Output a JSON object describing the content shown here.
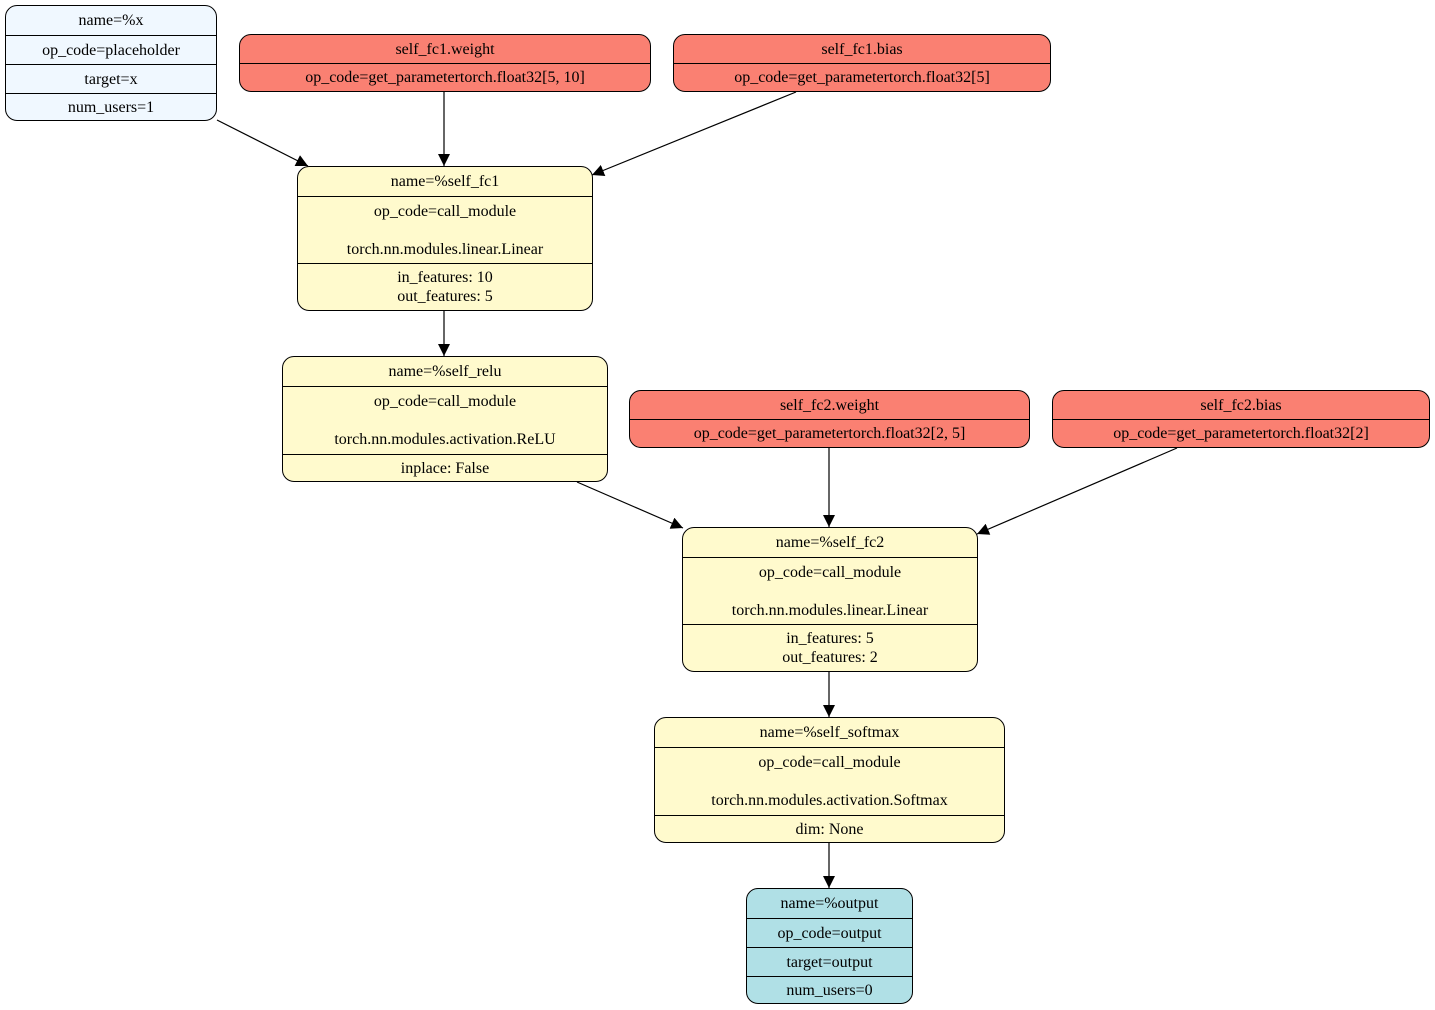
{
  "nodes": {
    "x": {
      "name": "name=%x",
      "op_code": "op_code=placeholder",
      "target": "target=x",
      "num_users": "num_users=1"
    },
    "fc1_weight": {
      "title": "self_fc1.weight",
      "op_code": "op_code=get_parametertorch.float32[5, 10]"
    },
    "fc1_bias": {
      "title": "self_fc1.bias",
      "op_code": "op_code=get_parametertorch.float32[5]"
    },
    "fc1": {
      "name": "name=%self_fc1",
      "op_code": "op_code=call_module",
      "module": "torch.nn.modules.linear.Linear",
      "param1": "in_features: 10",
      "param2": "out_features: 5"
    },
    "relu": {
      "name": "name=%self_relu",
      "op_code": "op_code=call_module",
      "module": "torch.nn.modules.activation.ReLU",
      "param1": "inplace: False"
    },
    "fc2_weight": {
      "title": "self_fc2.weight",
      "op_code": "op_code=get_parametertorch.float32[2, 5]"
    },
    "fc2_bias": {
      "title": "self_fc2.bias",
      "op_code": "op_code=get_parametertorch.float32[2]"
    },
    "fc2": {
      "name": "name=%self_fc2",
      "op_code": "op_code=call_module",
      "module": "torch.nn.modules.linear.Linear",
      "param1": "in_features: 5",
      "param2": "out_features: 2"
    },
    "softmax": {
      "name": "name=%self_softmax",
      "op_code": "op_code=call_module",
      "module": "torch.nn.modules.activation.Softmax",
      "param1": "dim: None"
    },
    "output": {
      "name": "name=%output",
      "op_code": "op_code=output",
      "target": "target=output",
      "num_users": "num_users=0"
    }
  },
  "edges": [
    {
      "from": "x",
      "to": "fc1"
    },
    {
      "from": "fc1_weight",
      "to": "fc1"
    },
    {
      "from": "fc1_bias",
      "to": "fc1"
    },
    {
      "from": "fc1",
      "to": "relu"
    },
    {
      "from": "relu",
      "to": "fc2"
    },
    {
      "from": "fc2_weight",
      "to": "fc2"
    },
    {
      "from": "fc2_bias",
      "to": "fc2"
    },
    {
      "from": "fc2",
      "to": "softmax"
    },
    {
      "from": "softmax",
      "to": "output"
    }
  ],
  "colors": {
    "placeholder": "#f0f8ff",
    "parameter": "#fa8072",
    "call_module": "#fffacd",
    "output": "#b0e0e6"
  }
}
